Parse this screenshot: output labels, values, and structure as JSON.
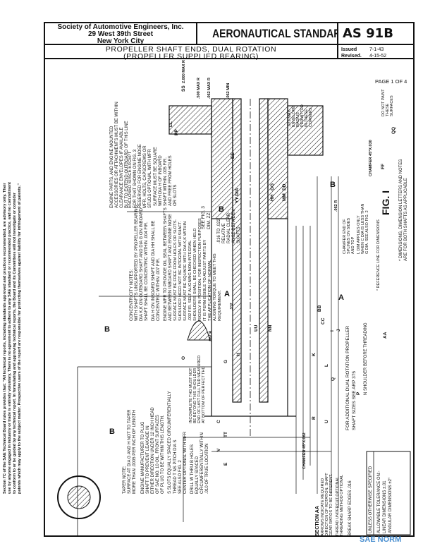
{
  "header": {
    "organization": [
      "Society of Automotive Engineers, Inc.",
      "29 West 39th Street",
      "New York City"
    ],
    "standard_type": "AERONAUTICAL STANDARD",
    "standard_number": "AS 91B",
    "title": "PROPELLER SHAFT ENDS, DUAL ROTATION",
    "subtitle": "(PROPELLER SUPPLIED BEARING)",
    "issued_label": "Issued",
    "issued_value": "7-1-43",
    "revised_label": "Revised.",
    "revised_value": "4-15-52"
  },
  "side_notice": [
    "Section 7C of the SAE Technical Board rules provides that: \"All technical reports, including standards approved and practices recommended, are advisory only. Their",
    "use by anyone engaged in industry or trade is entirely voluntary. There is no agreement to adhere to any SAE standard or recommended practice, and no commitment",
    "to conform to or be guided by any technical report. In formulating and approving technical reports, the Board and its Committees will not investigate or consider",
    "patents which may apply to the subject matter. Prospective users of the report are responsible for protecting themselves against liability for infringement of patents.\""
  ],
  "page_label": "PAGE 1 OF 4",
  "figure_label": "FIG. I",
  "notes": {
    "concentricity": [
      "CONCENTRICITY NOTES:",
      "WITH SHAFTS UNSUPPORTED BY PROPELLER BEARING,",
      "DIA K,K ON OUTBOARD SHAFT AND DIA G ON INBOARD",
      "SHAFT SHALL BE CONCENTRIC WITHIN .004 FIR.",
      "DIA H ON INBOARD SHAFT AND DIA HH SHALL BE",
      "CONCENTRIC WITHIN .007 FIR."
    ],
    "oil_seal": [
      "ENGINE MFR TO PROVIDE OIL SEAL BETWEEN SHAFTS",
      "AND BETWEEN INBOARD SHAFT AND ENGINE NOSE"
    ],
    "surface": [
      "SURFACE MUST BE FREE FROM HOLES OR SLOTS.",
      "SHOULDER NEED NOT BE INTEGRAL WITH SHAFT.",
      "SURFACE MUST BE SQUARE WITH DIA K,K WITHIN",
      ".002 FIR. SELF ALIGNING NON-INTEGRAL",
      "SHOULDERS SHALL BE CHECKED WHEN HELD",
      "RIGIDLY IN POSITION. FOR INSPECTION PURPOSES",
      "IT IS PERMISSIBLE TO ADJUST PARTS BY",
      "THE APPLICATION OF NORMAL",
      "ALIGNING TORQUE TO MEET THIS",
      "REQUIREMENT."
    ],
    "taper": [
      "TAPER NOTE:",
      "SURFACE AT DIA G AND H NOT TO TAPER",
      "MORE THAN .0005 PER INCH OF LENGTH"
    ],
    "plug": [
      "ENGINE MANUFACTURER TO PLUG",
      "SHAFT TO PREVENT LEAKAGE IN",
      "EITHER DIRECTION UNDER 12 INCH HEAD",
      "OF SAE NO. 10 OIL. FRONT SURFACES",
      "OF PLUG TO BE WITHIN THIS LENGTH."
    ],
    "slots": [
      "S SLOTS EQUALLY SPACED CIRCUMFERENTIALLY",
      "THREAD T NS PITCH DIA S",
      "SEE ALSO FIG. 2",
      "CENTER OPTIONAL WITH MFR"
    ],
    "drill": [
      "DRILL W THRU B HOLES",
      "EQUALLY SPACED",
      "CIRCUMFERENTIALLY WITHIN",
      ".010 OF TRUE LOCATION"
    ],
    "enclosed": [
      "ENCLOSED SPACE EXCEPT",
      "FOR THAT SHOWN ON FIG. 3",
      "RESERVED FOR ENGINE NOSE",
      "MFR. HOLTS, CAPSCREWS OR",
      "STUDS OPTIONAL WITH MFR"
    ],
    "square": [
      "SURFACE MUST BE SQUARE",
      "WITH DIA H OF INBOARD",
      "SHAFT WITHIN .005 FIR.",
      "AND FREE FROM HOLES",
      "OR SLOTS"
    ],
    "engine_parts": [
      "ENGINE PARTS, AND ENGINE MOUNTED",
      "ACCESSORIES OR ATTACHMENTS MUST BE WITHIN",
      "CLEARANCE ENVELOPES IF AVAILABLE",
      "BUT TO EXTEND OUTBOARD OF THIS LINE"
    ],
    "clearance": [
      ".016 TO .022",
      "RELATIVE",
      "RADIAL CLEAR-",
      "ANCE BETWEEN",
      "SHAFTS"
    ],
    "see_fig3": [
      "SEE FIG. 3",
      "DIM. ZZ"
    ],
    "envelope": [
      ".072 MAX",
      "ENVELOPE",
      "RADIUS",
      "PERMITTED",
      "IN THESE",
      "CORNERS"
    ],
    "do_not_paint": [
      "DO NOT PAINT",
      "THESE",
      "SURFACES"
    ],
    "chamfer_splines": [
      "CHAMFER END OF",
      "SPLINES ON SIDES",
      "AND TOP"
    ],
    "l_dim": [
      "L DIM APPLIES ONLY",
      "WHEN C DIA IS LESS THAN",
      "G DIA. SEE ALSO FIG. 2"
    ],
    "reference_line": "* REFERENCE LINE FOR DIMENSIONS",
    "asterisk_note": [
      "* DIMENSIONS, DIMENSION LETTERS AND NOTES",
      "ARE FOR BOTH SHAFTS AS APPLICABLE"
    ],
    "additional": [
      "FOR ADDITIONAL DUAL ROTATION PROPELLER",
      "SHAFT SIZES SEE ARP 375"
    ],
    "section": [
      "SECTION AA",
      "ARROWS INDICATE REQUIRED",
      "DIRECTION OF ROTATION. SHAFT",
      "GEAR RATIOS TO BE DIFFERENT.",
      "THREAD UNDERCUT OPTIONAL",
      "THREADING METHOD OPTIONAL"
    ],
    "break_edges": "BREAK SHARP EDGES .016",
    "shoulder": "N SHOULDER BEFORE THREADING",
    "incomplete": [
      "INCOMPLETE THD MUST NOT",
      "BE BEYOND THIS SHOULDER",
      "END OF LAST FULL THD MEASURED",
      "AT BOTTOM OF PERFECT THD"
    ]
  },
  "tolerance_box": [
    "UNLESS OTHERWISE SPECIFIED",
    "ALLOWABLE TOLERANCE ON:-",
    "LINEAR DIMENSIONS    ±.01",
    "ANGULAR DIMENSIONS   ±2°"
  ],
  "dimension_labels": [
    "LL",
    "PP",
    "SS",
    "2.000 MAX R",
    ".500 MAX R",
    ".062 MAX R",
    ".062 MIN",
    "EE",
    "YY DIA",
    "GG",
    "DD",
    "HH",
    "MM",
    "BB",
    "CC",
    "FF",
    "QQ",
    "I",
    "J",
    "K",
    "L",
    "Q",
    "P",
    "U",
    "R",
    "AA",
    "UU",
    "NN",
    "H",
    "G",
    "E",
    "C",
    "V",
    "TT",
    "O",
    ".312",
    ".062 R",
    "CHAMFER 45°X.030",
    "CHAMFER 45°X.062",
    ".062 R"
  ],
  "section_markers": [
    "A",
    "A",
    "B",
    "B",
    "B",
    "B"
  ],
  "watermark": "SAE NORM"
}
